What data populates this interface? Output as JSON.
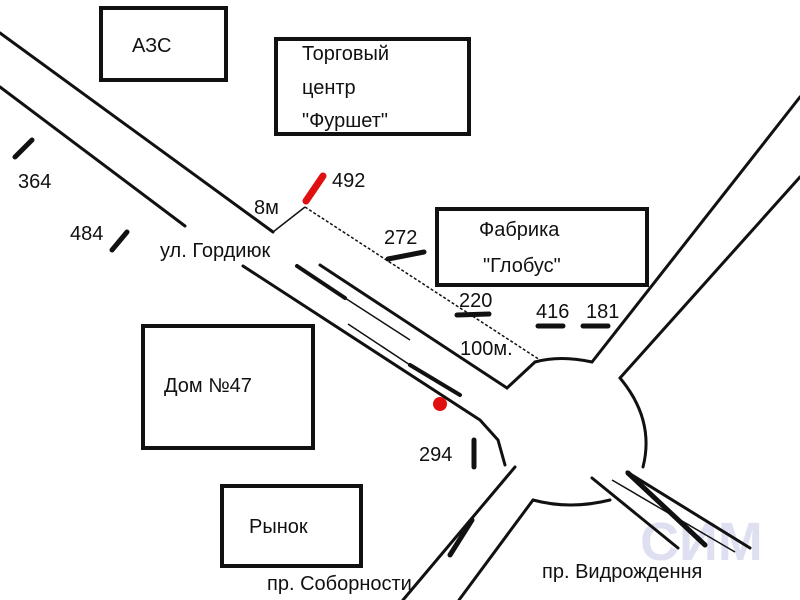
{
  "buildings": {
    "azs": "АЗС",
    "mall": [
      "Торговый",
      "центр",
      "\"Фуршет\""
    ],
    "factory": [
      "Фабрика",
      "\"Глобус\""
    ],
    "house": "Дом №47",
    "market": "Рынок"
  },
  "streets": {
    "gordiyuk": "ул. Гордиюк",
    "sobornosti": "пр. Соборности",
    "vidrodzhennya": "пр. Видрождення"
  },
  "distances": {
    "short": "8м",
    "long": "100м."
  },
  "billboards": {
    "b364": "364",
    "b484": "484",
    "b492": "492",
    "b272": "272",
    "b220": "220",
    "b416": "416",
    "b181": "181",
    "b294": "294"
  },
  "colors": {
    "highlight": "#e01010",
    "line": "#111111"
  },
  "watermark": "СИМ"
}
